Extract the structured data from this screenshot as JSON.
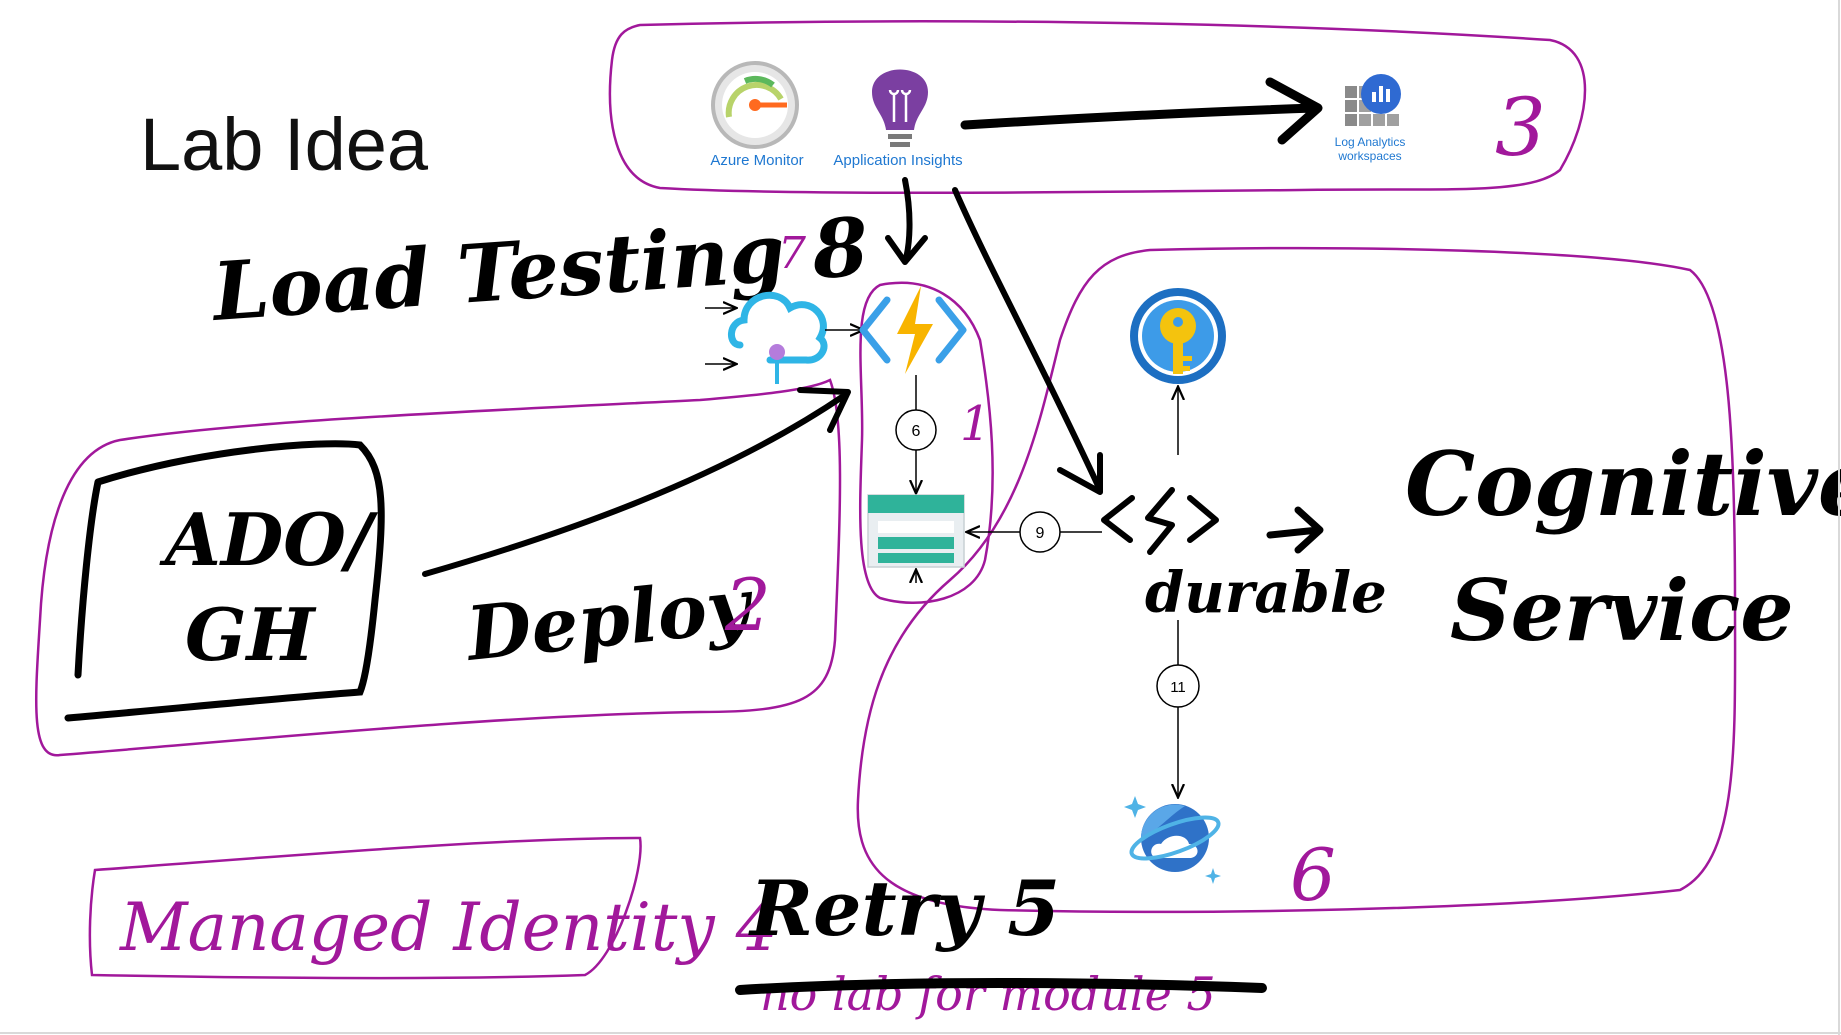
{
  "title": "Lab Idea",
  "colors": {
    "ink": "#000000",
    "annotation": "#a1189b",
    "azure_blue": "#1f78d1"
  },
  "monitoring": {
    "azure_monitor_label": "Azure Monitor",
    "app_insights_label": "Application Insights",
    "log_analytics_line1": "Log Analytics",
    "log_analytics_line2": "workspaces",
    "group_number": "3"
  },
  "handwritten": {
    "load_testing": "Load Testing 8",
    "ado_gh_line1": "ADO/",
    "ado_gh_line2": "GH",
    "deploy": "Deploy",
    "deploy_number": "2",
    "function_group_number": "1",
    "api_gateway_number": "7",
    "durable": "durable",
    "cognitive_line1": "Cognitive",
    "cognitive_line2": "Service",
    "cosmos_group_number": "6",
    "managed_identity": "Managed Identity 4",
    "retry": "Retry 5",
    "struck_text": "no lab for module 5"
  },
  "steps": {
    "step_6": "6",
    "step_9": "9",
    "step_11": "11"
  },
  "icons": [
    "azure-monitor-icon",
    "application-insights-icon",
    "log-analytics-icon",
    "api-management-icon",
    "azure-function-icon",
    "storage-queue-icon",
    "durable-function-icon",
    "key-vault-icon",
    "cosmos-db-icon"
  ]
}
